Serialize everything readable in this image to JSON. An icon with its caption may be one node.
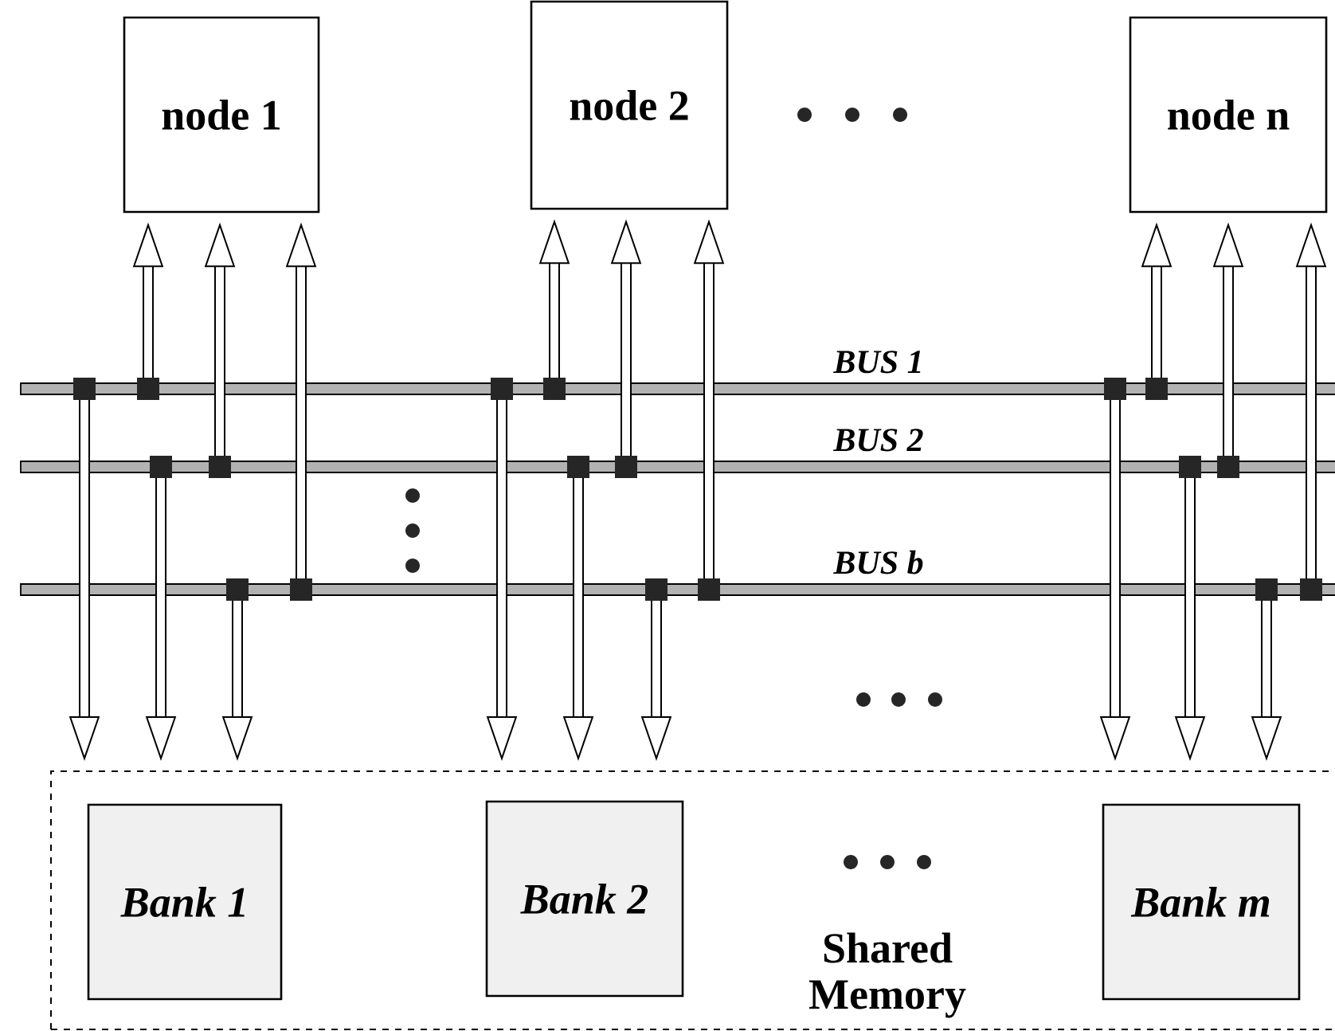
{
  "diagram": {
    "nodes": [
      {
        "text": [
          "node 1"
        ]
      },
      {
        "text": [
          "node 2"
        ]
      },
      {
        "text": [
          "node n"
        ]
      },
      {
        "text": [
          "BUS 1"
        ]
      },
      {
        "text": [
          "BUS 2"
        ]
      },
      {
        "text": [
          "BUS b"
        ]
      },
      {
        "text": [
          "Shared Memory"
        ]
      },
      {
        "text": [
          "Bank 1"
        ],
        "in": 6
      },
      {
        "text": [
          "Bank 2"
        ],
        "in": 6
      },
      {
        "text": [
          "Bank m"
        ],
        "in": 6
      }
    ],
    "edges": [
      {
        "from": 3,
        "to": 0,
        "arrow": "to"
      },
      {
        "from": 4,
        "to": 0,
        "arrow": "to"
      },
      {
        "from": 5,
        "to": 0,
        "arrow": "to"
      },
      {
        "from": 3,
        "to": 1,
        "arrow": "to"
      },
      {
        "from": 4,
        "to": 1,
        "arrow": "to"
      },
      {
        "from": 5,
        "to": 1,
        "arrow": "to"
      },
      {
        "from": 3,
        "to": 2,
        "arrow": "to"
      },
      {
        "from": 4,
        "to": 2,
        "arrow": "to"
      },
      {
        "from": 5,
        "to": 2,
        "arrow": "to"
      },
      {
        "from": 3,
        "to": 6,
        "arrow": "to"
      },
      {
        "from": 4,
        "to": 6,
        "arrow": "to"
      },
      {
        "from": 5,
        "to": 6,
        "arrow": "to"
      },
      {
        "from": 3,
        "to": 6,
        "arrow": "to"
      },
      {
        "from": 4,
        "to": 6,
        "arrow": "to"
      },
      {
        "from": 5,
        "to": 6,
        "arrow": "to"
      },
      {
        "from": 3,
        "to": 6,
        "arrow": "to"
      },
      {
        "from": 4,
        "to": 6,
        "arrow": "to"
      },
      {
        "from": 5,
        "to": 6,
        "arrow": "to"
      }
    ]
  }
}
